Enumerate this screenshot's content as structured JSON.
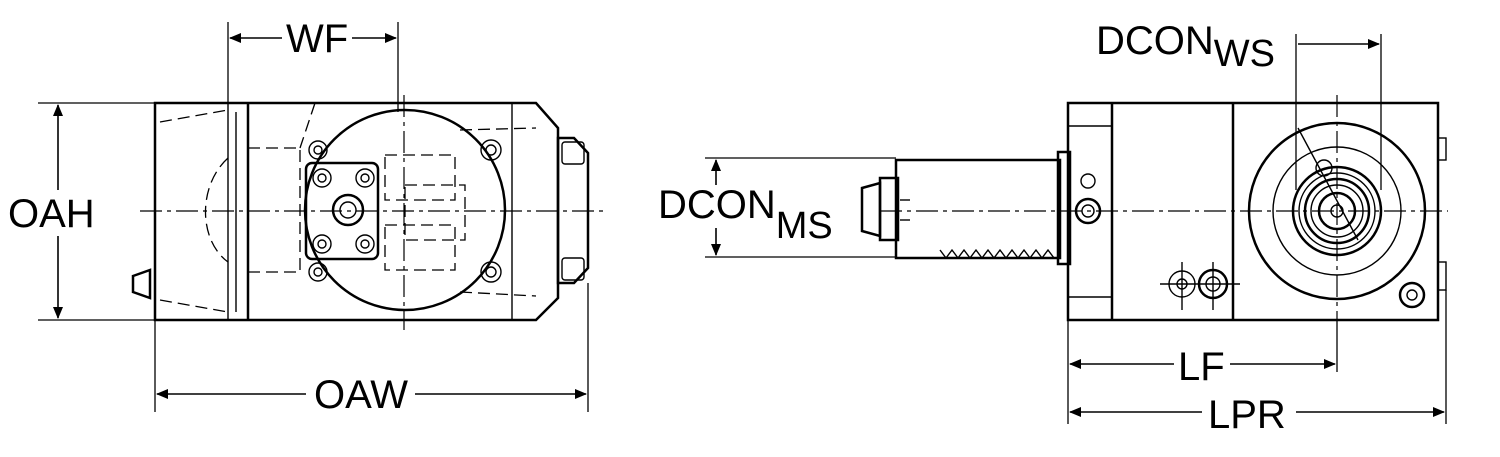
{
  "colors": {
    "body_fill": "#a8bdcf",
    "body_fill_dark": "#8fa6ba",
    "line": "#000000",
    "background": "#ffffff"
  },
  "labels": {
    "wf": "WF",
    "oah": "OAH",
    "oaw": "OAW",
    "dcon_ws_main": "DCON",
    "dcon_ws_sub": "WS",
    "dcon_ms_main": "DCON",
    "dcon_ms_sub": "MS",
    "lf": "LF",
    "lpr": "LPR"
  }
}
